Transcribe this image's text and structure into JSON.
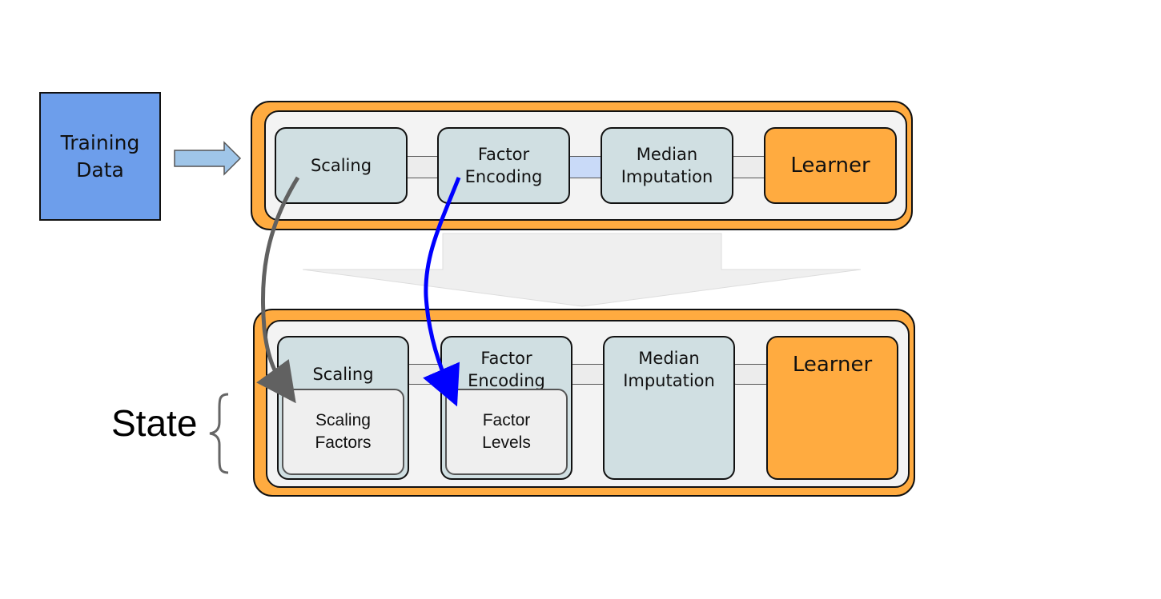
{
  "training_data": {
    "line1": "Training",
    "line2": "Data"
  },
  "pipeline_top": {
    "steps": [
      {
        "line1": "Scaling",
        "line2": ""
      },
      {
        "line1": "Factor",
        "line2": "Encoding"
      },
      {
        "line1": "Median",
        "line2": "Imputation"
      },
      {
        "line1": "Learner",
        "line2": ""
      }
    ]
  },
  "pipeline_bottom": {
    "steps": [
      {
        "line1": "Scaling",
        "line2": ""
      },
      {
        "line1": "Factor",
        "line2": "Encoding"
      },
      {
        "line1": "Median",
        "line2": "Imputation"
      },
      {
        "line1": "Learner",
        "line2": ""
      }
    ],
    "states": [
      {
        "line1": "Scaling",
        "line2": "Factors"
      },
      {
        "line1": "Factor",
        "line2": "Levels"
      }
    ]
  },
  "state_label": "State",
  "colors": {
    "training_fill": "#6d9eeb",
    "pipeline_orange": "#ffab40",
    "step_fill": "#d0dfe2",
    "arrow_gray": "#616161",
    "arrow_blue": "#0000ff",
    "input_arrow_fill": "#9fc5e8"
  }
}
